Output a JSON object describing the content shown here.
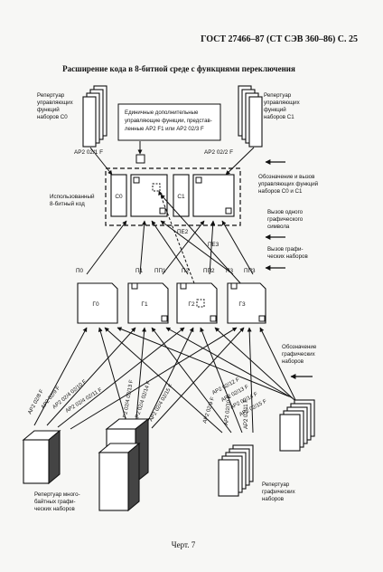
{
  "header": "ГОСТ 27466–87 (СТ СЭВ 360–86) С. 25",
  "title": "Расширение кода в 8-битной среде с функциями переключения",
  "repertoire_c0": [
    "Репертуар",
    "управляющих",
    "функций",
    "наборов С0"
  ],
  "repertoire_c1": [
    "Репертуар",
    "управляющих",
    "функций",
    "наборов С1"
  ],
  "single_functions": [
    "Единичные дополнительные",
    "управляющие функции, представ-",
    "ленные АР2 F1 или АР2 02/3 F"
  ],
  "designate_c0": "АР2  02/1  F",
  "designate_c1": "АР2  02/2  F",
  "designation_note": [
    "Обозначение и вызов",
    "управляющих функций",
    "наборов С0 и С1"
  ],
  "used_code": [
    "Использованный",
    "8-битный код"
  ],
  "labels": {
    "c0": "С0",
    "c1": "С1",
    "pe2": "ПЕ2",
    "pe3": "ПЕ3",
    "p0": "П0",
    "p1": "П1",
    "pp1": "ПП1",
    "p2": "П2",
    "pp2": "ПП2",
    "p3": "П3",
    "pp3": "ПП3",
    "g0": "Г0",
    "g1": "Г1",
    "g2": "Г2",
    "g3": "Г3"
  },
  "invoke_single": [
    "Вызов одного",
    "графического",
    "символа"
  ],
  "invoke_sets": [
    "Вызов графи-",
    "ческих наборов"
  ],
  "designate_graphic": [
    "Обозначение",
    "графических",
    "наборов"
  ],
  "seq_left": [
    "АР2  02/8  F",
    "АР2  02/9  F",
    "АР2  02/4  02/10  F",
    "АР2  02/4  02/11  F"
  ],
  "seq_mid": [
    "АР2  02/4  02/13  F",
    "АР2  02/4  02/14  F",
    "АР2  02/4  02/15  F"
  ],
  "seq_mid2": [
    "АР2  02/9  F",
    "АР2  02/10  F",
    "АР2  02/11  F"
  ],
  "seq_right": [
    "АР2  02/12  F",
    "АР2  02/13  F",
    "АР2  02/14  F",
    "АР2  02/15  F"
  ],
  "repertoire_multibyte": [
    "Репертуар много-",
    "байтных графи-",
    "ческих наборов"
  ],
  "repertoire_graphic": [
    "Репертуар",
    "графических",
    "наборов"
  ],
  "caption": "Черт.  7"
}
